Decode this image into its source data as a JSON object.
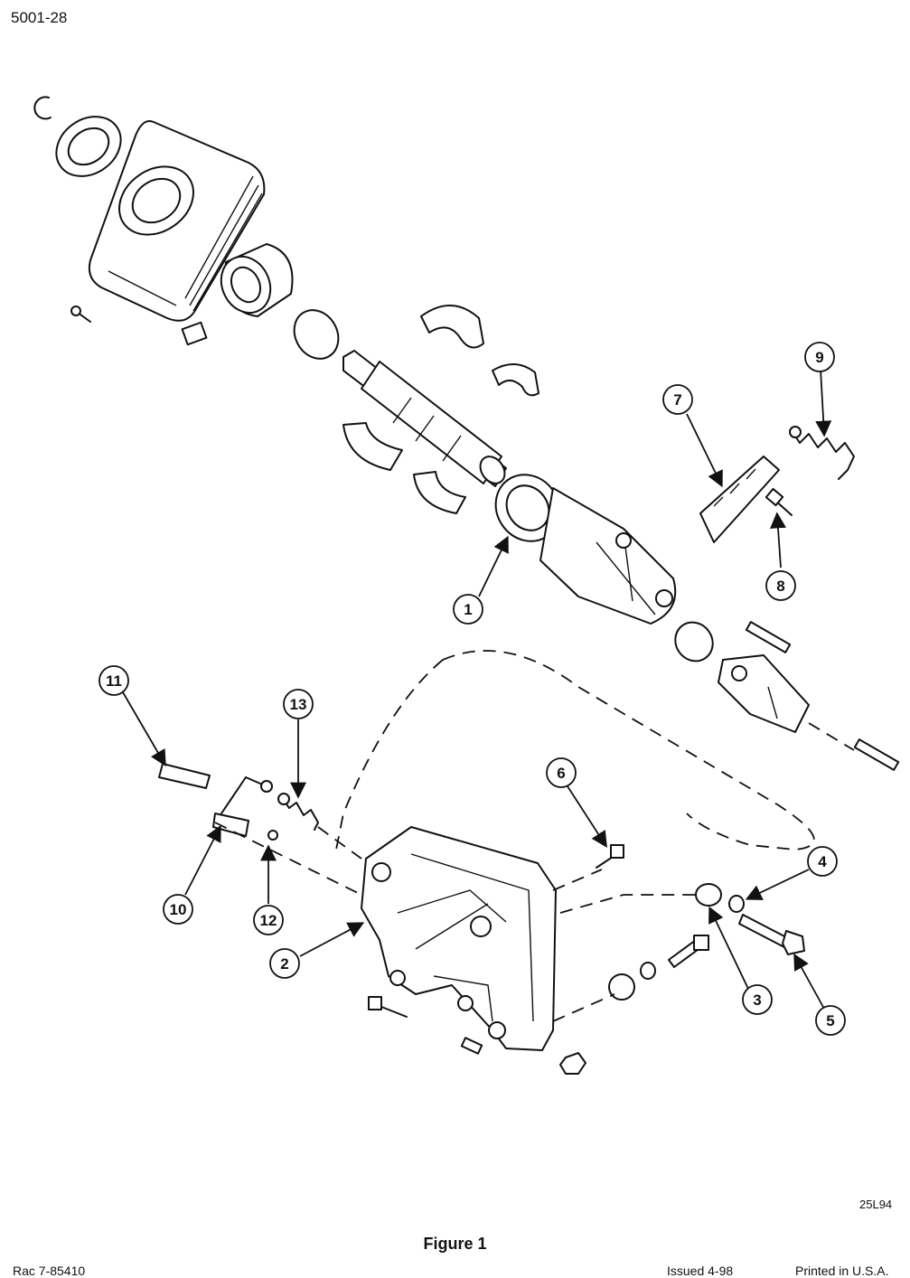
{
  "header": {
    "page_number": "5001-28"
  },
  "drawing_code": "25L94",
  "caption": "Figure 1",
  "footer": {
    "left": "Rac 7-85410",
    "issued": "Issued 4-98",
    "printed": "Printed in U.S.A."
  },
  "callouts": [
    "1",
    "2",
    "3",
    "4",
    "5",
    "6",
    "7",
    "8",
    "9",
    "10",
    "11",
    "12",
    "13"
  ]
}
